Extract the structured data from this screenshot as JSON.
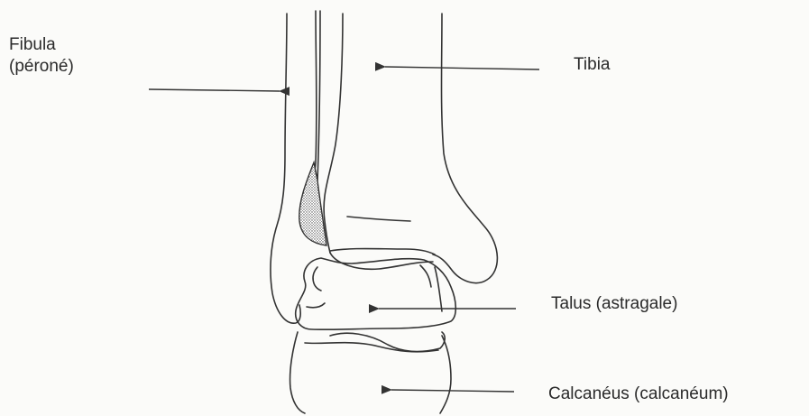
{
  "labels": {
    "fibula": {
      "line1": "Fibula",
      "line2": "(péroné)"
    },
    "tibia": "Tibia",
    "talus": "Talus (astragale)",
    "calcaneus": "Calcanéus (calcanéum)"
  },
  "colors": {
    "ink": "#333333",
    "background": "#fbfbf9"
  }
}
